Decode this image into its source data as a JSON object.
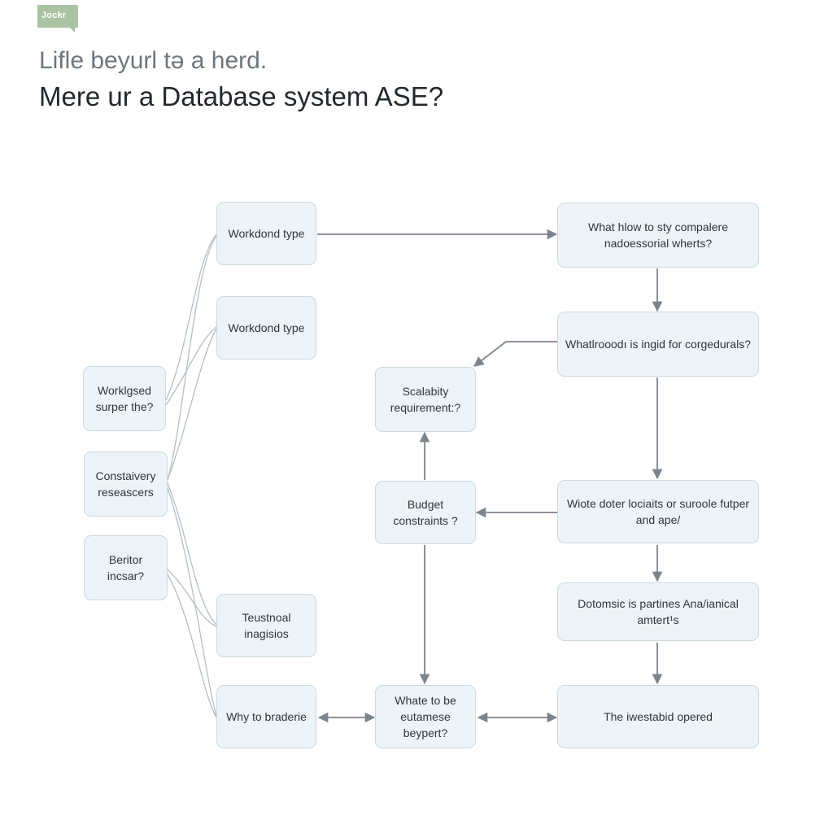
{
  "header": {
    "logo_text": "Jockr",
    "subtitle": "Lifle beyurl tə a herd.",
    "title": "Mere ur a Database system ASE?"
  },
  "nodes": {
    "workload_type_1": "Workdond type",
    "workload_type_2": "Workdond type",
    "workload_super": "Worklgsed surper the?",
    "constaivery": "Constaivery reseascers",
    "beritor": "Beritor incsar?",
    "teustnoal": "Teustnoal inagisios",
    "why_to": "Why to braderie",
    "scalability": "Scalabity requirement:?",
    "budget": "Budget constraints ?",
    "whate_to_be": "Whate to be eutamese beypert?",
    "what_hlow": "What hlow to sty compalere nadoessorial wherts?",
    "what_iroood": "Whatlrooodı is ingid for corgedurals?",
    "wiote_doter": "Wiote doter lociaits or suroole futper and арe/",
    "dotomsic": "Dotomsic is partines Ana/ianical amtert¹s",
    "the_iwestabid": "The iwestabid opered"
  },
  "colors": {
    "box_fill": "#edf3f7",
    "box_border": "#cdd9e1",
    "arrow": "#7c858e",
    "logo": "#a9c3a3"
  }
}
